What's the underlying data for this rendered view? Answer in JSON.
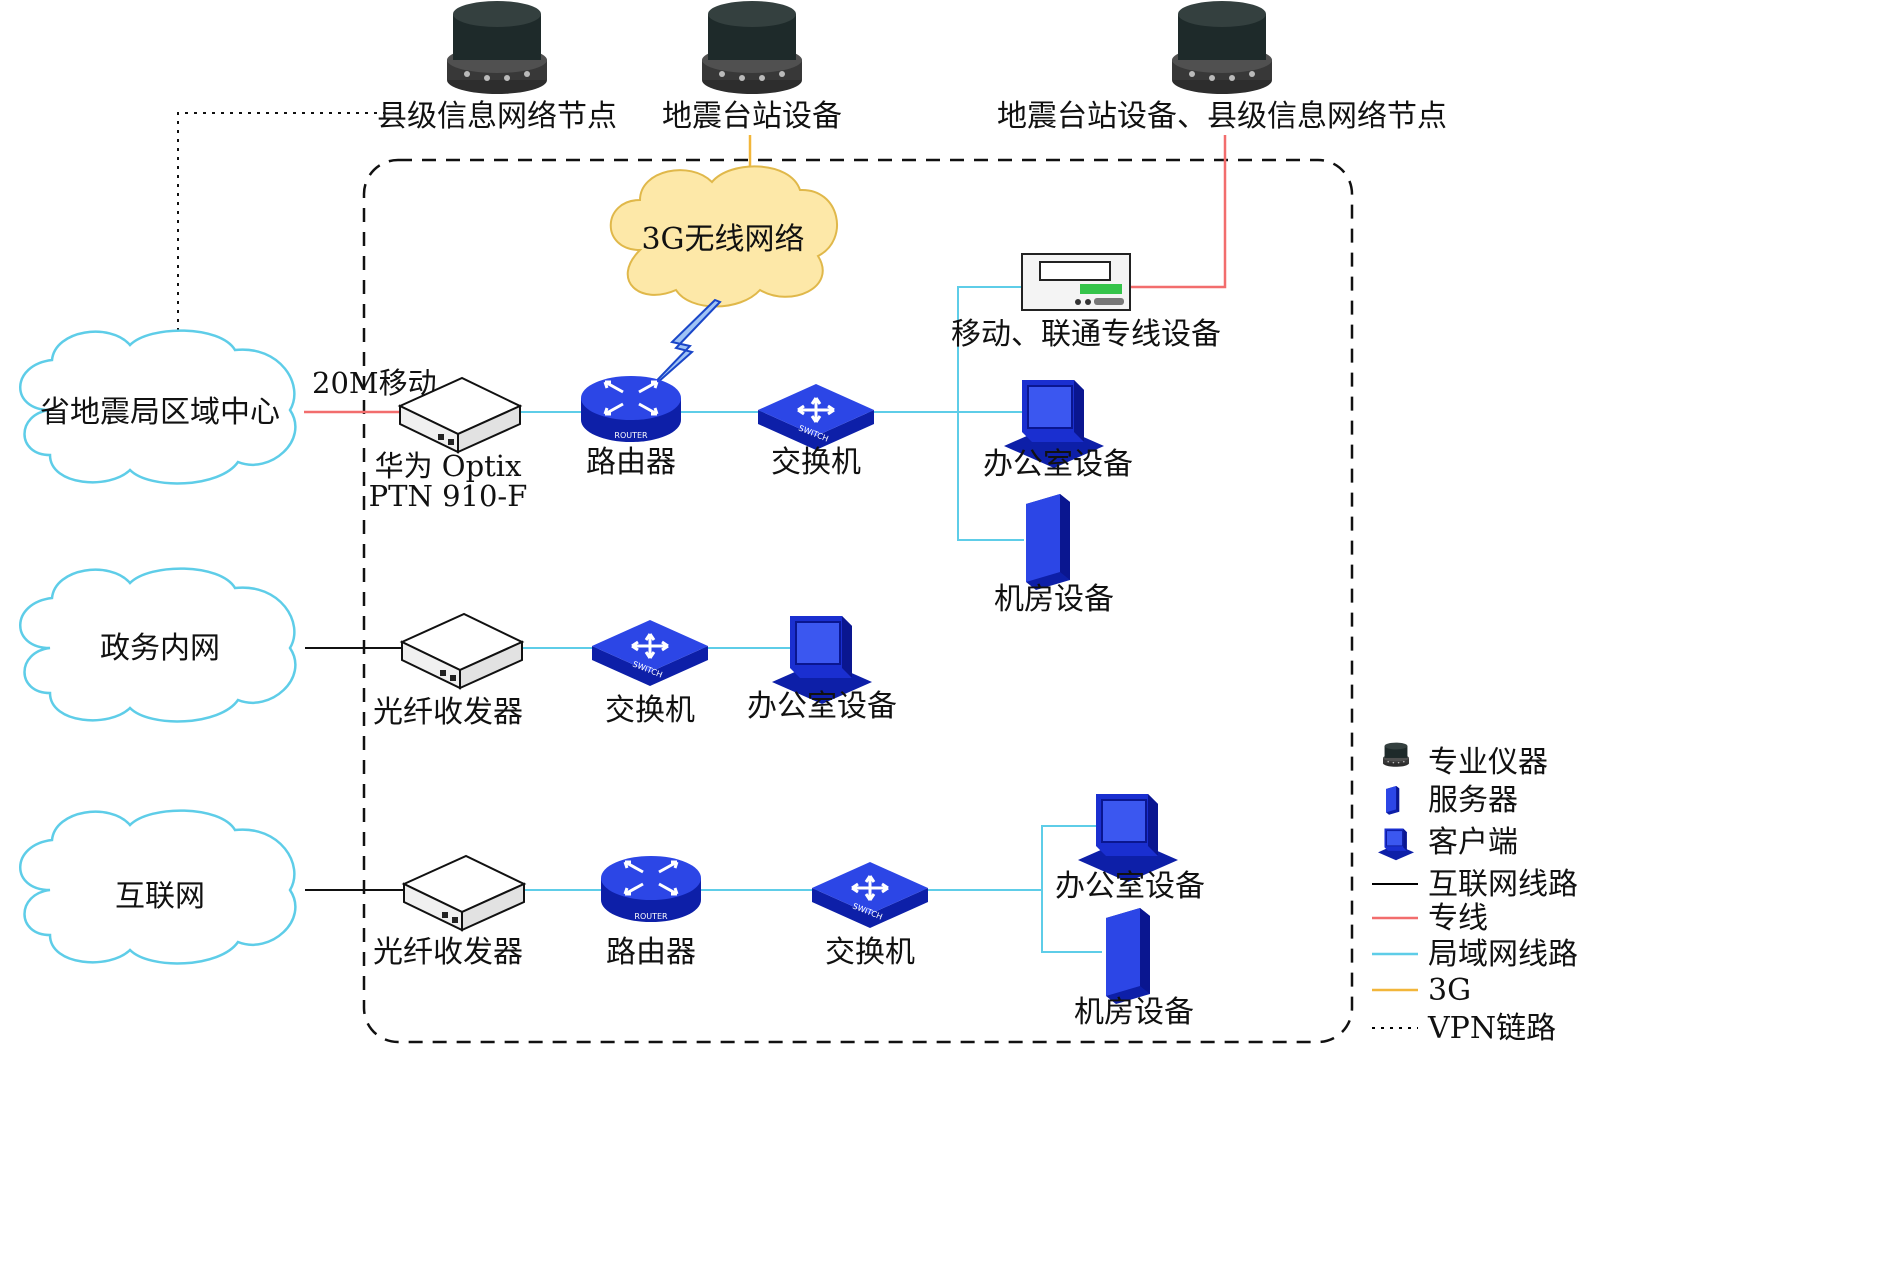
{
  "colors": {
    "internet": "#000000",
    "dedicated": "#f26d6d",
    "lan": "#5ecde8",
    "wireless3g": "#f2b63a",
    "device_blue": "#1a2fd0",
    "cloud_fill": "#fde8a8",
    "cloud_stroke": "#e0b84a"
  },
  "top": {
    "county_node": "县级信息网络节点",
    "seismic_station": "地震台站设备",
    "station_and_node": "地震台站设备、县级信息网络节点"
  },
  "clouds": {
    "wireless": "3G无线网络",
    "provincial": "省地震局区域中心",
    "government": "政务内网",
    "internet": "互联网"
  },
  "row1": {
    "link_label": "20M移动",
    "transceiver_line1": "华为 Optix",
    "transceiver_line2": "PTN 910-F",
    "router": "路由器",
    "switch": "交换机",
    "dedicated_device": "移动、联通专线设备",
    "office": "办公室设备",
    "server_room": "机房设备"
  },
  "row2": {
    "transceiver": "光纤收发器",
    "switch": "交换机",
    "office": "办公室设备"
  },
  "row3": {
    "transceiver": "光纤收发器",
    "router": "路由器",
    "switch": "交换机",
    "office": "办公室设备",
    "server_room": "机房设备"
  },
  "icons": {
    "router_badge": "ROUTER",
    "switch_badge": "SWITCH"
  },
  "legend": [
    {
      "key": "instrument",
      "label": "专业仪器"
    },
    {
      "key": "server",
      "label": "服务器"
    },
    {
      "key": "client",
      "label": "客户端"
    },
    {
      "key": "internet",
      "label": "互联网线路"
    },
    {
      "key": "dedicated",
      "label": "专线"
    },
    {
      "key": "lan",
      "label": "局域网线路"
    },
    {
      "key": "wireless3g",
      "label": "3G"
    },
    {
      "key": "vpn",
      "label": "VPN链路"
    }
  ]
}
